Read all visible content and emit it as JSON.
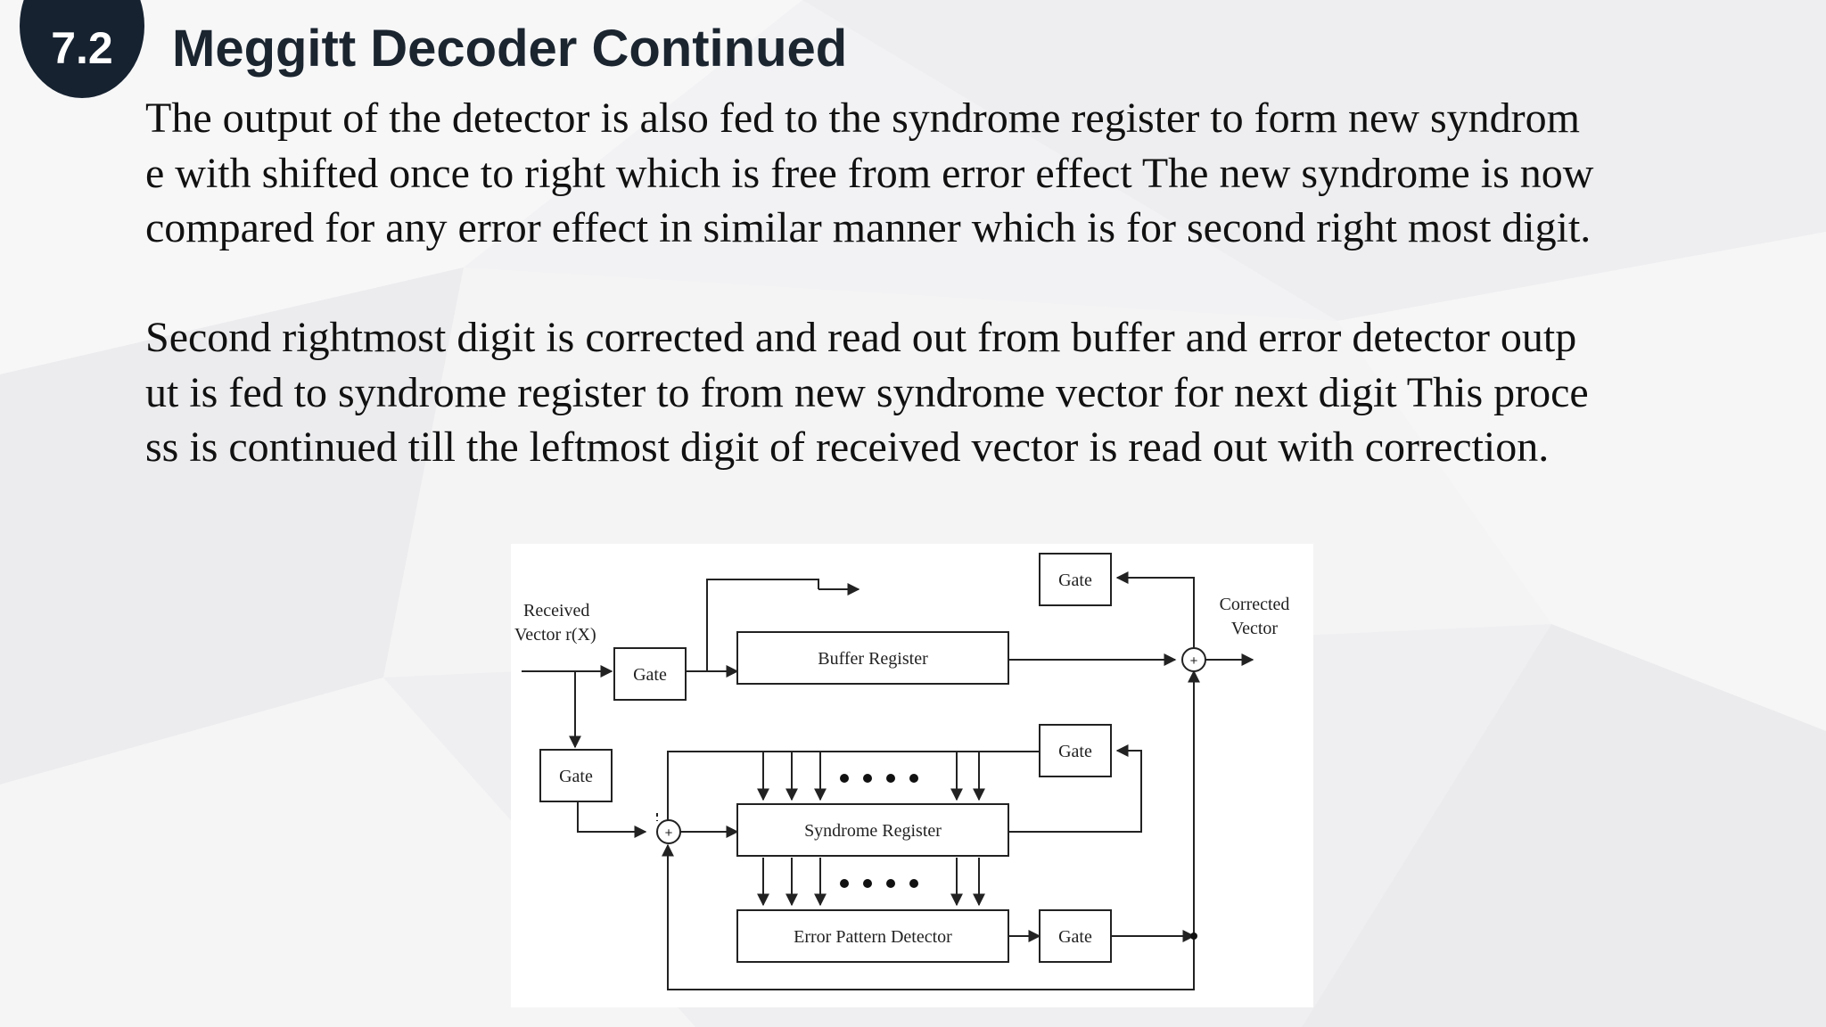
{
  "slide": {
    "section_number": "7.2",
    "title": "Meggitt Decoder Continued",
    "paragraphs": [
      {
        "lines": [
          "The output of the detector is also fed to the syndrome register to form new syndrom",
          "e with shifted once to right which is free from error effect The new syndrome is now",
          "compared for any error effect in similar manner which is for second right most digit."
        ]
      },
      {
        "lines": [
          "Second rightmost digit is corrected and read out from buffer and error detector outp",
          "ut is fed to syndrome register to from new syndrome vector for next digit This proce",
          "ss is continued till the leftmost digit of received vector is read out with correction."
        ]
      }
    ]
  },
  "diagram": {
    "input_label_line1": "Received",
    "input_label_line2": "Vector r(X)",
    "output_label_line1": "Corrected",
    "output_label_line2": "Vector",
    "buffer_register": "Buffer Register",
    "syndrome_register": "Syndrome Register",
    "error_pattern_detector": "Error Pattern Detector",
    "gate_input": "Gate",
    "gate_syndrome_input": "Gate",
    "gate_top_feedback": "Gate",
    "gate_syndrome_output": "Gate",
    "gate_detector_output": "Gate",
    "adder_symbol": "+"
  },
  "colors": {
    "badge": "#162230",
    "title": "#1b2530",
    "body_text": "#111111",
    "diagram_line": "#222222"
  }
}
